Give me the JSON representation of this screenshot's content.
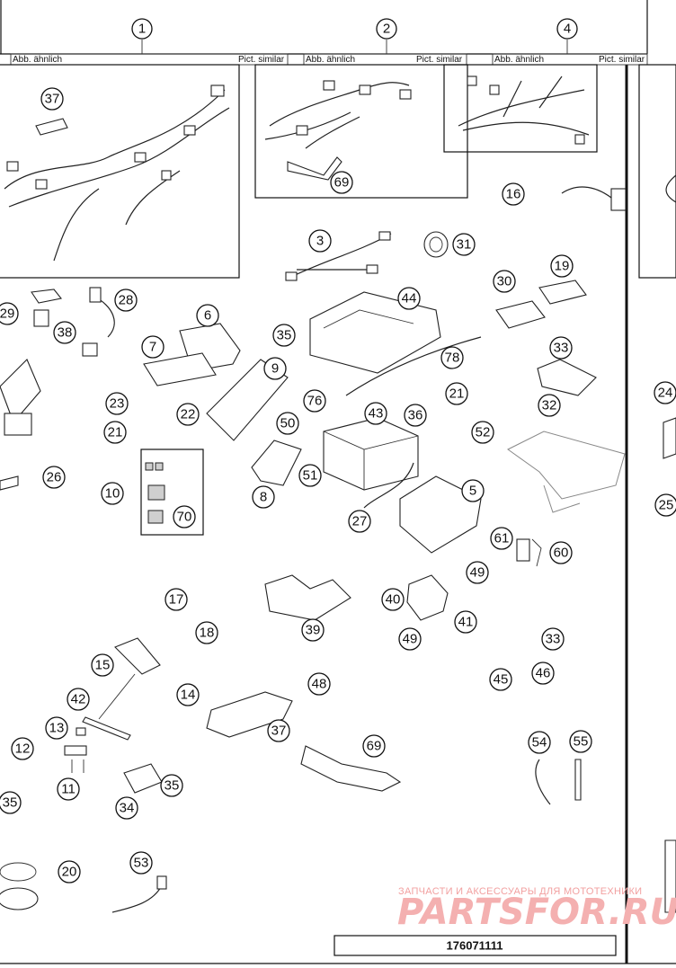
{
  "header": {
    "label_left": "Abb. ähnlich",
    "label_right": "Pict. similar",
    "top_callouts": [
      "1",
      "2",
      "4"
    ]
  },
  "part_number": "176071111",
  "watermark": {
    "line1": "ЗАПЧАСТИ И АКСЕССУАРЫ ДЛЯ МОТОТЕХНИКИ",
    "line2": "PARTSFOR.RU"
  },
  "callouts": [
    "37",
    "69",
    "16",
    "3",
    "31",
    "30",
    "19",
    "28",
    "29",
    "38",
    "6",
    "44",
    "35",
    "33",
    "7",
    "9",
    "78",
    "32",
    "23",
    "22",
    "76",
    "43",
    "36",
    "21",
    "50",
    "21",
    "52",
    "24",
    "51",
    "26",
    "8",
    "10",
    "70",
    "27",
    "5",
    "25",
    "61",
    "60",
    "49",
    "40",
    "41",
    "49",
    "39",
    "17",
    "18",
    "33",
    "15",
    "45",
    "46",
    "42",
    "14",
    "48",
    "37",
    "13",
    "12",
    "69",
    "54",
    "55",
    "11",
    "35",
    "34",
    "35",
    "20",
    "53"
  ],
  "colors": {
    "line": "#111111",
    "watermark": "#f2a0a0",
    "grey_fill": "#cfcfcf"
  }
}
